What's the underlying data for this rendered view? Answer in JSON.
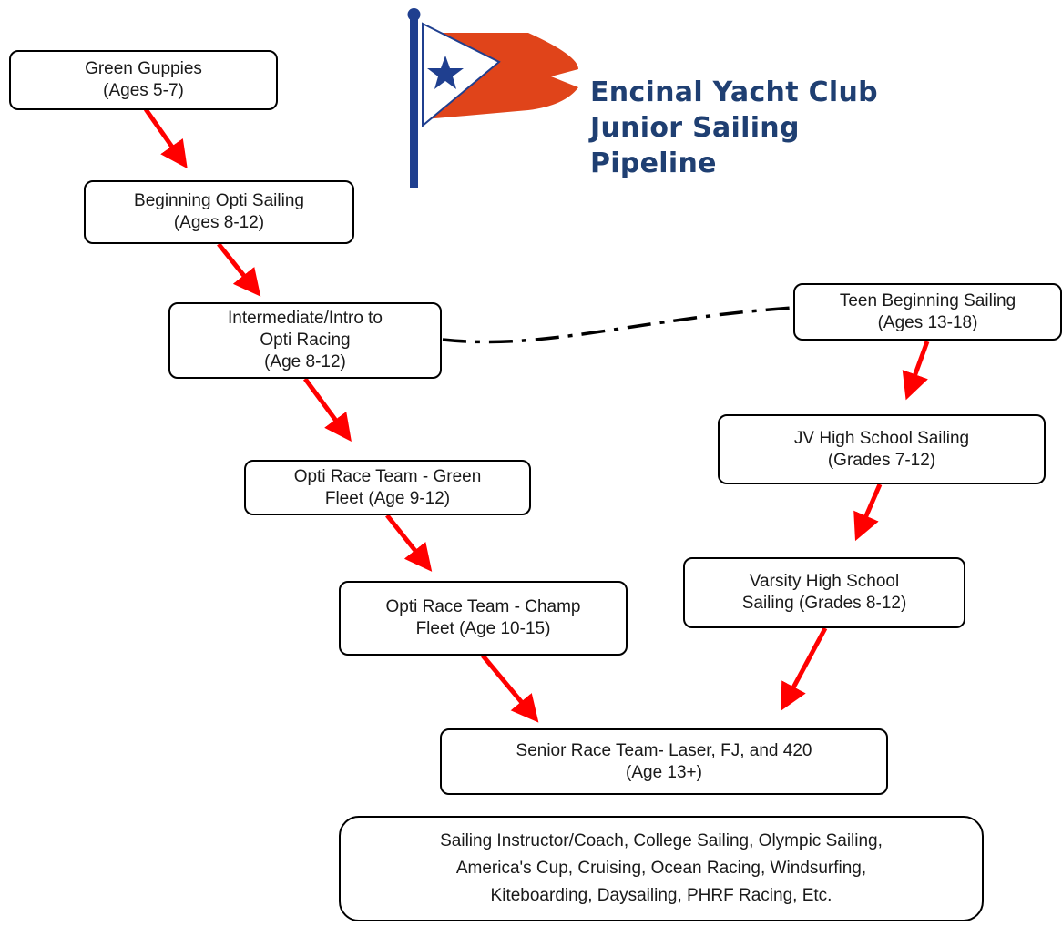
{
  "title": {
    "line1": "Encinal Yacht Club",
    "line2": "Junior Sailing",
    "line3": "Pipeline"
  },
  "nodes": {
    "green_guppies": "Green Guppies\n(Ages 5-7)",
    "beginning_opti": "Beginning Opti Sailing\n(Ages 8-12)",
    "intermediate_opti": "Intermediate/Intro to\nOpti Racing\n(Age 8-12)",
    "opti_green_fleet": "Opti Race Team - Green\nFleet (Age 9-12)",
    "opti_champ_fleet": "Opti Race Team - Champ\nFleet (Age 10-15)",
    "teen_beginning": "Teen Beginning Sailing\n(Ages 13-18)",
    "jv_high_school": "JV High School Sailing\n(Grades 7-12)",
    "varsity_high_school": "Varsity High School\nSailing (Grades 8-12)",
    "senior_race_team": "Senior Race Team- Laser, FJ, and 420\n(Age 13+)",
    "beyond": "Sailing Instructor/Coach, College Sailing, Olympic Sailing,\nAmerica's Cup, Cruising, Ocean Racing, Windsurfing,\nKiteboarding, Daysailing, PHRF Racing, Etc."
  },
  "colors": {
    "arrow": "#ff0000",
    "title": "#1f3f72",
    "flag_blue": "#1f3f8f",
    "flag_orange": "#e0441a"
  },
  "icons": {
    "logo": "burgee-flag-with-star"
  }
}
